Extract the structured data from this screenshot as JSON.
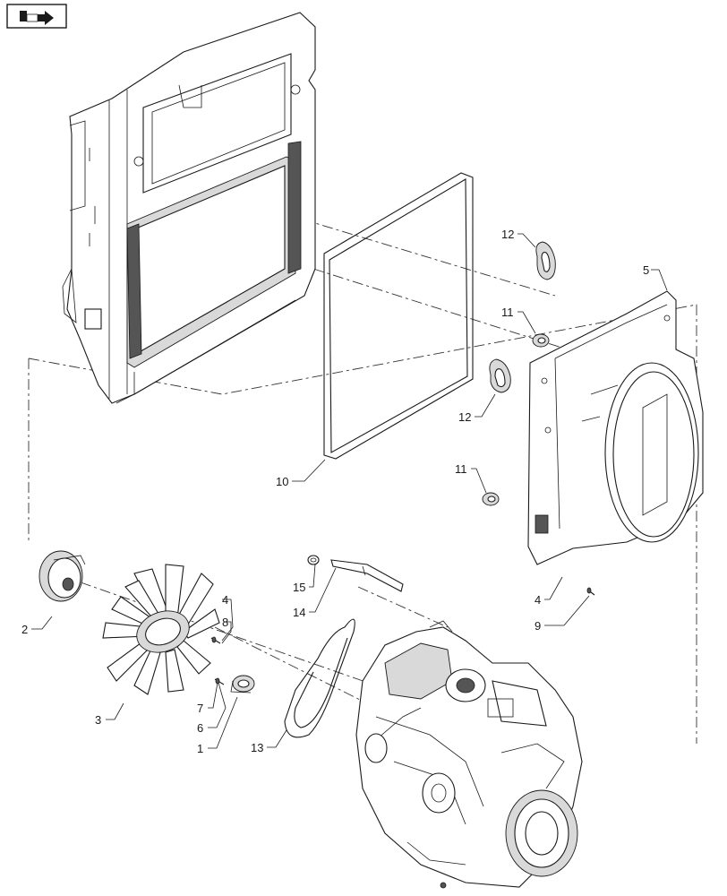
{
  "navigation": {
    "icon": "back-arrow-icon"
  },
  "callouts": {
    "c1": "1",
    "c2": "2",
    "c3": "3",
    "c4a": "4",
    "c4b": "4",
    "c5": "5",
    "c6": "6",
    "c7": "7",
    "c8": "8",
    "c9": "9",
    "c10": "10",
    "c11a": "11",
    "c11b": "11",
    "c12a": "12",
    "c12b": "12",
    "c13": "13",
    "c14": "14",
    "c15": "15"
  }
}
